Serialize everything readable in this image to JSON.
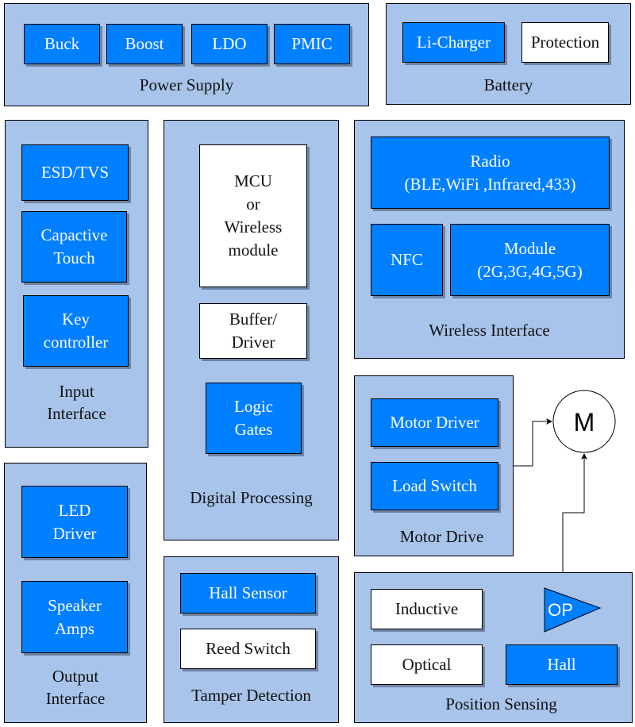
{
  "colors": {
    "group_fill": "#a9c4eb",
    "block_blue": "#007fff",
    "block_white": "#ffffff",
    "text_light": "#ffffff",
    "text_dark": "#111111"
  },
  "groups": {
    "power_supply": {
      "title": "Power Supply",
      "blocks": [
        {
          "label": "Buck",
          "style": "blue"
        },
        {
          "label": "Boost",
          "style": "blue"
        },
        {
          "label": "LDO",
          "style": "blue"
        },
        {
          "label": "PMIC",
          "style": "blue"
        }
      ]
    },
    "battery": {
      "title": "Battery",
      "blocks": [
        {
          "label": "Li-Charger",
          "style": "blue"
        },
        {
          "label": "Protection",
          "style": "white"
        }
      ]
    },
    "input_interface": {
      "title": "Input\nInterface",
      "blocks": [
        {
          "label": "ESD/TVS",
          "style": "blue"
        },
        {
          "label": "Capactive\nTouch",
          "style": "blue"
        },
        {
          "label": "Key\ncontroller",
          "style": "blue"
        }
      ]
    },
    "digital_processing": {
      "title": "Digital Processing",
      "blocks": [
        {
          "label": "MCU\nor\nWireless\nmodule",
          "style": "white"
        },
        {
          "label": "Buffer/\nDriver",
          "style": "white"
        },
        {
          "label": "Logic\nGates",
          "style": "blue"
        }
      ]
    },
    "wireless_interface": {
      "title": "Wireless Interface",
      "blocks": [
        {
          "label": "Radio\n(BLE,WiFi ,Infrared,433)",
          "style": "blue"
        },
        {
          "label": "NFC",
          "style": "blue"
        },
        {
          "label": "Module\n(2G,3G,4G,5G)",
          "style": "blue"
        }
      ]
    },
    "motor_drive": {
      "title": "Motor Drive",
      "blocks": [
        {
          "label": "Motor Driver",
          "style": "blue"
        },
        {
          "label": "Load Switch",
          "style": "blue"
        }
      ]
    },
    "output_interface": {
      "title": "Output\nInterface",
      "blocks": [
        {
          "label": "LED\nDriver",
          "style": "blue"
        },
        {
          "label": "Speaker\nAmps",
          "style": "blue"
        }
      ]
    },
    "tamper_detection": {
      "title": "Tamper Detection",
      "blocks": [
        {
          "label": "Hall Sensor",
          "style": "blue"
        },
        {
          "label": "Reed Switch",
          "style": "white"
        }
      ]
    },
    "position_sensing": {
      "title": "Position Sensing",
      "blocks": [
        {
          "label": "Inductive",
          "style": "white"
        },
        {
          "label": "Optical",
          "style": "white"
        },
        {
          "label": "Hall",
          "style": "blue"
        }
      ],
      "opamp_label": "OP"
    }
  },
  "motor": {
    "label": "M"
  },
  "connections": [
    {
      "from": "Motor Drive",
      "to": "M"
    },
    {
      "from": "Position Sensing",
      "to": "M"
    }
  ]
}
